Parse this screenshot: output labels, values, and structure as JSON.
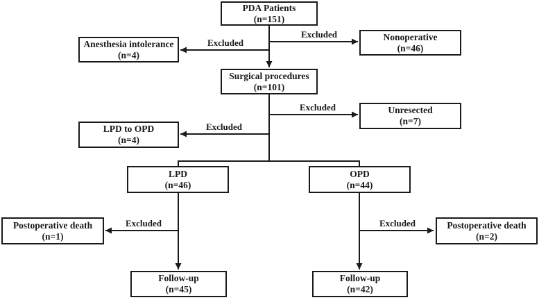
{
  "diagram": {
    "background": "#ffffff",
    "line_color": "#1a1a1a",
    "nodes": {
      "pda": {
        "line1": "PDA Patients",
        "line2": "(n=151)"
      },
      "anesthesia": {
        "line1": "Anesthesia intolerance",
        "line2": "(n=4)"
      },
      "nonoperative": {
        "line1": "Nonoperative",
        "line2": "(n=46)"
      },
      "surgical": {
        "line1": "Surgical procedures",
        "line2": "(n=101)"
      },
      "unresected": {
        "line1": "Unresected",
        "line2": "(n=7)"
      },
      "lpd_to_opd": {
        "line1": "LPD to OPD",
        "line2": "(n=4)"
      },
      "lpd": {
        "line1": "LPD",
        "line2": "(n=46)"
      },
      "opd": {
        "line1": "OPD",
        "line2": "(n=44)"
      },
      "postop_death_left": {
        "line1": "Postoperative death",
        "line2": "(n=1)"
      },
      "postop_death_right": {
        "line1": "Postoperative death",
        "line2": "(n=2)"
      },
      "followup_left": {
        "line1": "Follow-up",
        "line2": "(n=45)"
      },
      "followup_right": {
        "line1": "Follow-up",
        "line2": "(n=42)"
      }
    },
    "edge_labels": {
      "excluded_top_left": "Excluded",
      "excluded_top_right": "Excluded",
      "excluded_mid_left": "Excluded",
      "excluded_mid_right": "Excluded",
      "excluded_bottom_left": "Excluded",
      "excluded_bottom_right": "Excluded"
    }
  }
}
